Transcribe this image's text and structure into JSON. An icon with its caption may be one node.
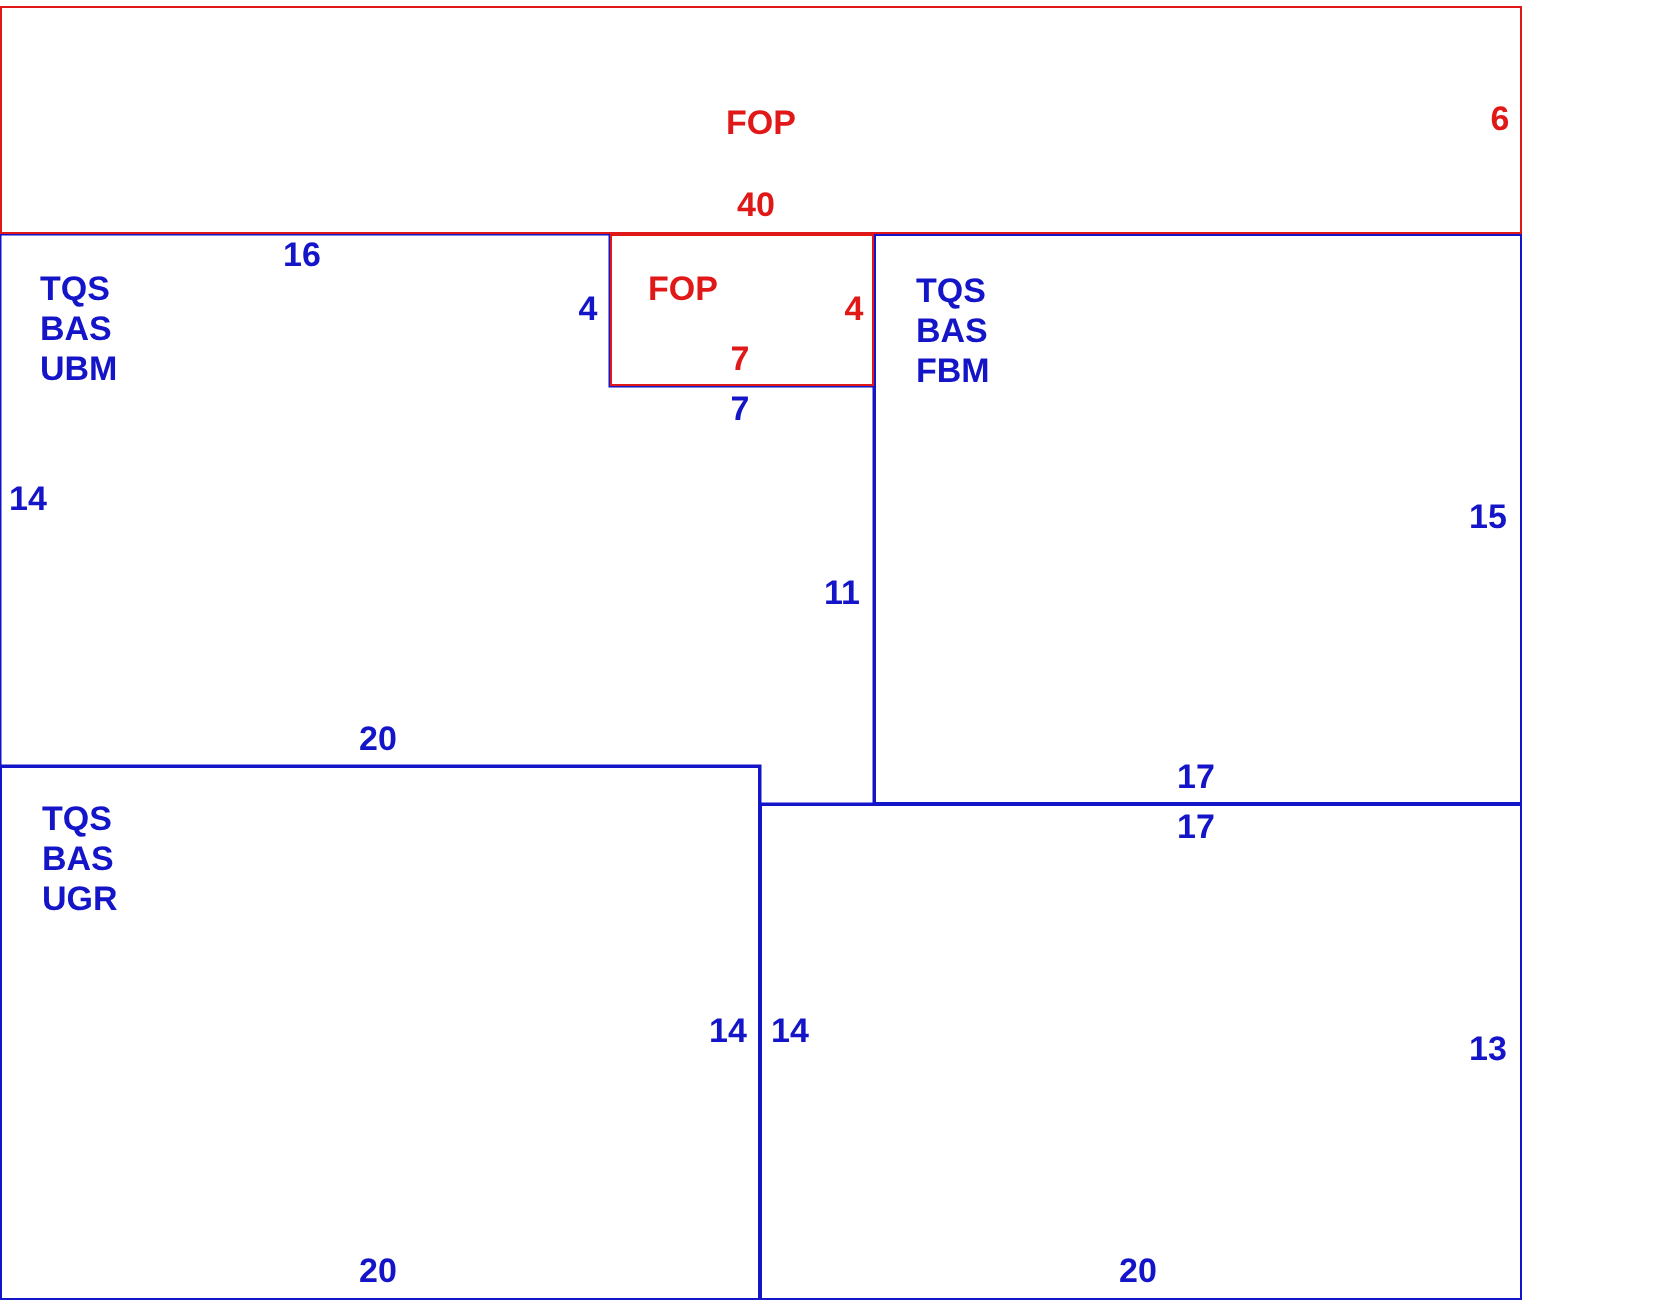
{
  "diagram": {
    "nodes": [
      {
        "text": [
          "FOP"
        ]
      },
      {
        "text": [
          "FOP"
        ]
      },
      {
        "text": [
          "TQS BAS UBM"
        ]
      },
      {
        "text": [
          "TQS BAS FBM"
        ]
      },
      {
        "text": [
          "TQS BAS UGR"
        ]
      },
      {
        "text": [],
        "shape": "box"
      }
    ],
    "edges": [],
    "labels": [
      "6",
      "40",
      "16",
      "4",
      "4",
      "7",
      "7",
      "14",
      "15",
      "11",
      "20",
      "17",
      "17",
      "14",
      "14",
      "13",
      "20",
      "20"
    ]
  }
}
